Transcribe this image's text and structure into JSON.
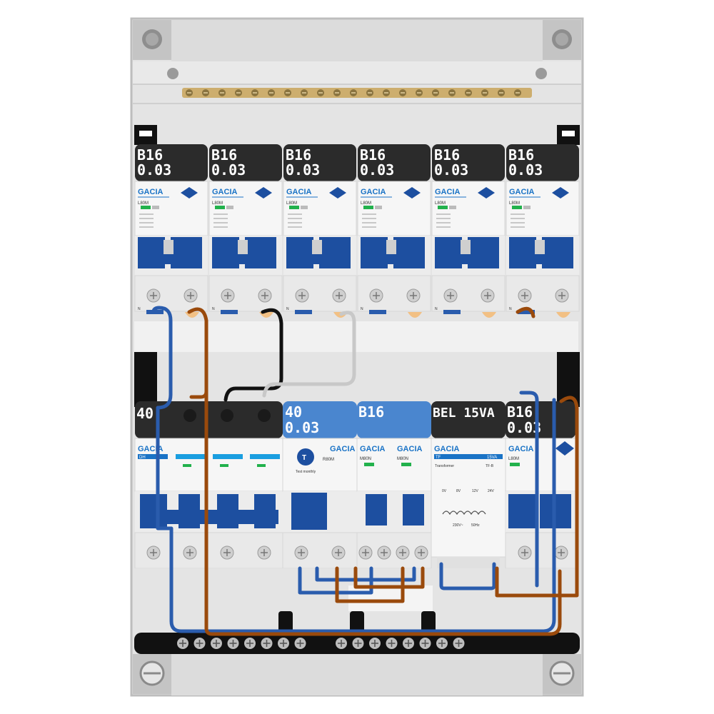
{
  "row1": {
    "modules": [
      {
        "label_line1": "B16",
        "label_line2": "0.03",
        "brand": "GACIA",
        "model": "L80M"
      },
      {
        "label_line1": "B16",
        "label_line2": "0.03",
        "brand": "GACIA",
        "model": "L80M"
      },
      {
        "label_line1": "B16",
        "label_line2": "0.03",
        "brand": "GACIA",
        "model": "L80M"
      },
      {
        "label_line1": "B16",
        "label_line2": "0.03",
        "brand": "GACIA",
        "model": "L80M"
      },
      {
        "label_line1": "B16",
        "label_line2": "0.03",
        "brand": "GACIA",
        "model": "L80M"
      },
      {
        "label_line1": "B16",
        "label_line2": "0.03",
        "brand": "GACIA",
        "model": "L80M"
      }
    ]
  },
  "row2": {
    "main_switch": {
      "label": "40",
      "brand": "GACIA",
      "model": "DH"
    },
    "rcd": {
      "label_line1": "40",
      "label_line2": "0.03",
      "brand": "GACIA",
      "model": "R80M",
      "test_text": "Test monthly"
    },
    "mcb_pair": {
      "label": "B16",
      "brand": "GACIA",
      "model_a": "M80N",
      "model_b": "M80N"
    },
    "transformer": {
      "label": "BEL 15VA",
      "brand": "GACIA",
      "model": "TF",
      "rating": "15VA",
      "title": "Transformer",
      "part": "TF-B",
      "taps": [
        "0V",
        "8V",
        "12V",
        "24V"
      ],
      "input": "230V~",
      "freq": "50Hz"
    },
    "rcbo": {
      "label_line1": "B16",
      "label_line2": "0.03",
      "brand": "GACIA",
      "model": "L80M"
    }
  },
  "terminal_n": "N",
  "colors": {
    "enclosure": "#e4e4e4",
    "enclosure_edge": "#bdbdbd",
    "label_dark": "#2b2b2b",
    "label_blue": "#4a86cf",
    "breaker_blue": "#1d4fa0",
    "brand_blue": "#1a73c6",
    "wire_blue": "#2a5cad",
    "wire_brown": "#9a4a0c",
    "wire_black": "#111111",
    "wire_grey": "#c8c8c8",
    "busbar_brass": "#cdae6e"
  }
}
